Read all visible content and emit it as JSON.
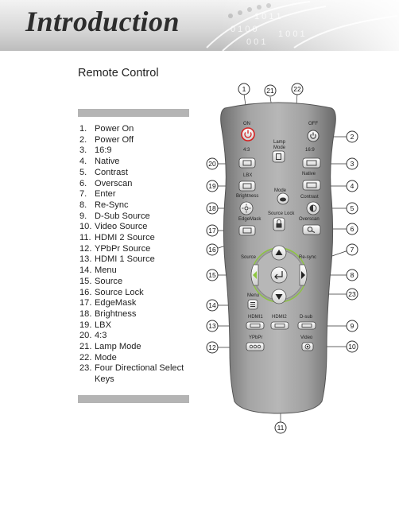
{
  "header": {
    "title": "Introduction"
  },
  "section": {
    "title": "Remote Control"
  },
  "items": [
    {
      "num": "1.",
      "label": "Power On"
    },
    {
      "num": "2.",
      "label": "Power Off"
    },
    {
      "num": "3.",
      "label": "16:9"
    },
    {
      "num": "4.",
      "label": "Native"
    },
    {
      "num": "5.",
      "label": "Contrast"
    },
    {
      "num": "6.",
      "label": "Overscan"
    },
    {
      "num": "7.",
      "label": "Enter"
    },
    {
      "num": "8.",
      "label": "Re-Sync"
    },
    {
      "num": "9.",
      "label": "D-Sub Source"
    },
    {
      "num": "10.",
      "label": "Video Source"
    },
    {
      "num": "11.",
      "label": "HDMI 2 Source"
    },
    {
      "num": "12.",
      "label": "YPbPr Source"
    },
    {
      "num": "13.",
      "label": "HDMI 1 Source"
    },
    {
      "num": "14.",
      "label": "Menu"
    },
    {
      "num": "15.",
      "label": "Source"
    },
    {
      "num": "16.",
      "label": "Source Lock"
    },
    {
      "num": "17.",
      "label": "EdgeMask"
    },
    {
      "num": "18.",
      "label": "Brightness"
    },
    {
      "num": "19.",
      "label": "LBX"
    },
    {
      "num": "20.",
      "label": "4:3"
    },
    {
      "num": "21.",
      "label": "Lamp Mode"
    },
    {
      "num": "22.",
      "label": "Mode"
    },
    {
      "num": "23.",
      "label": "Four Directional Select Keys"
    }
  ],
  "remote": {
    "on": "ON",
    "off": "OFF",
    "lamp1": "Lamp",
    "lamp2": "Mode",
    "r43": "4:3",
    "r169": "16:9",
    "lbx": "LBX",
    "native": "Native",
    "mode": "Mode",
    "brightness": "Brightness",
    "contrast": "Contrast",
    "edgemask": "EdgeMask",
    "sourcelock": "Source Lock",
    "overscan": "Overscan",
    "source": "Source",
    "resync": "Re-sync",
    "menu": "Menu",
    "hdmi1": "HDMI1",
    "hdmi2": "HDMI2",
    "dsub": "D-sub",
    "ypbpr": "YPbPr",
    "video": "Video"
  },
  "callouts": {
    "c1": "1",
    "c2": "2",
    "c3": "3",
    "c4": "4",
    "c5": "5",
    "c6": "6",
    "c7": "7",
    "c8": "8",
    "c9": "9",
    "c10": "10",
    "c11": "11",
    "c12": "12",
    "c13": "13",
    "c14": "14",
    "c15": "15",
    "c16": "16",
    "c17": "17",
    "c18": "18",
    "c19": "19",
    "c20": "20",
    "c21": "21",
    "c22": "22",
    "c23": "23"
  },
  "colors": {
    "power_red": "#d62020",
    "highlight_green": "#8dc63f",
    "body_grey": "#8c8c8c"
  }
}
